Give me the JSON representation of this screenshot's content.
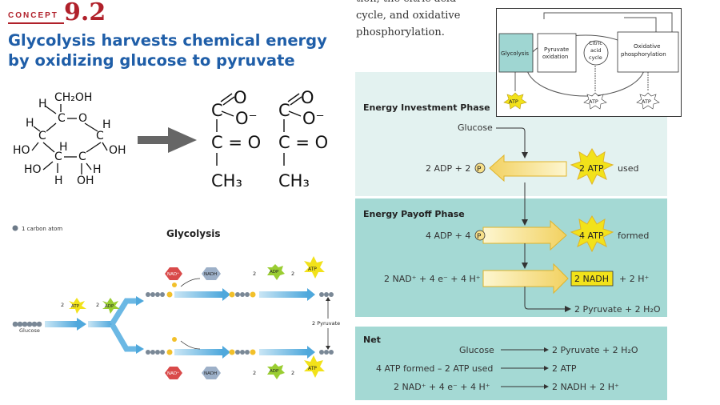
{
  "concept": {
    "label": "CONCEPT",
    "number": "9.2"
  },
  "title_lines": [
    "Glycolysis harvests chemical energy",
    "by oxidizing glucose to pyruvate"
  ],
  "intro_lines": [
    "tion, the citric acid",
    "cycle, and oxidative",
    "phosphorylation."
  ],
  "glucose_structure": {
    "ch2oh": "CH₂OH",
    "h": "H",
    "c": "C",
    "o": "O",
    "ho": "HO",
    "oh": "OH"
  },
  "pyruvate_structure": {
    "o": "O",
    "c": "C",
    "o_minus": "O⁻",
    "co_double": "C = O",
    "ch3": "CH₃"
  },
  "glycolysis_diagram": {
    "legend": "1 carbon atom",
    "heading": "Glycolysis",
    "glucose_label": "Glucose",
    "pyruvate_label": "2 Pyruvate",
    "atp_top_label": "2",
    "atp": "ATP",
    "adp": "ADP",
    "nad": "NAD⁺",
    "nadh": "NADH",
    "two": "2"
  },
  "overview": {
    "glycolysis": "Glycolysis",
    "pyruvate_oxidation": [
      "Pyruvate",
      "oxidation"
    ],
    "citric_acid_cycle": [
      "Citric",
      "acid",
      "cycle"
    ],
    "oxidative_phosphorylation": [
      "Oxidative",
      "phosphorylation"
    ],
    "atp": "ATP"
  },
  "phases": {
    "investment": {
      "heading": "Energy Investment Phase",
      "glucose": "Glucose",
      "adp_text": "2 ADP + 2",
      "atp_text": "2 ATP",
      "used": "used"
    },
    "payoff": {
      "heading": "Energy Payoff Phase",
      "adp_text": "4 ADP + 4",
      "atp_text": "4 ATP",
      "formed": "formed",
      "nad_text": "2 NAD⁺ + 4 e⁻ + 4 H⁺",
      "nadh": "2 NADH",
      "nadh_extra": "+ 2 H⁺",
      "pyruvate": "2 Pyruvate + 2 H₂O"
    },
    "net": {
      "heading": "Net",
      "rows": [
        {
          "left": "Glucose",
          "right": "2 Pyruvate + 2 H₂O"
        },
        {
          "left": "4 ATP formed – 2 ATP used",
          "right": "2 ATP"
        },
        {
          "left": "2 NAD⁺ + 4 e⁻ + 4 H⁺",
          "right": "2 NADH + 2 H⁺"
        }
      ]
    },
    "p_symbol": "P"
  },
  "colors": {
    "concept_red": "#b0202a",
    "title_blue": "#1f5ea8",
    "panel_light": "#e3f2f0",
    "panel_mid": "#9fd6d2",
    "arrow_yellow": "#f7e08a",
    "atp_yellow": "#f2e21a",
    "adp_green": "#9acd32",
    "nad_red": "#d94a4a"
  }
}
